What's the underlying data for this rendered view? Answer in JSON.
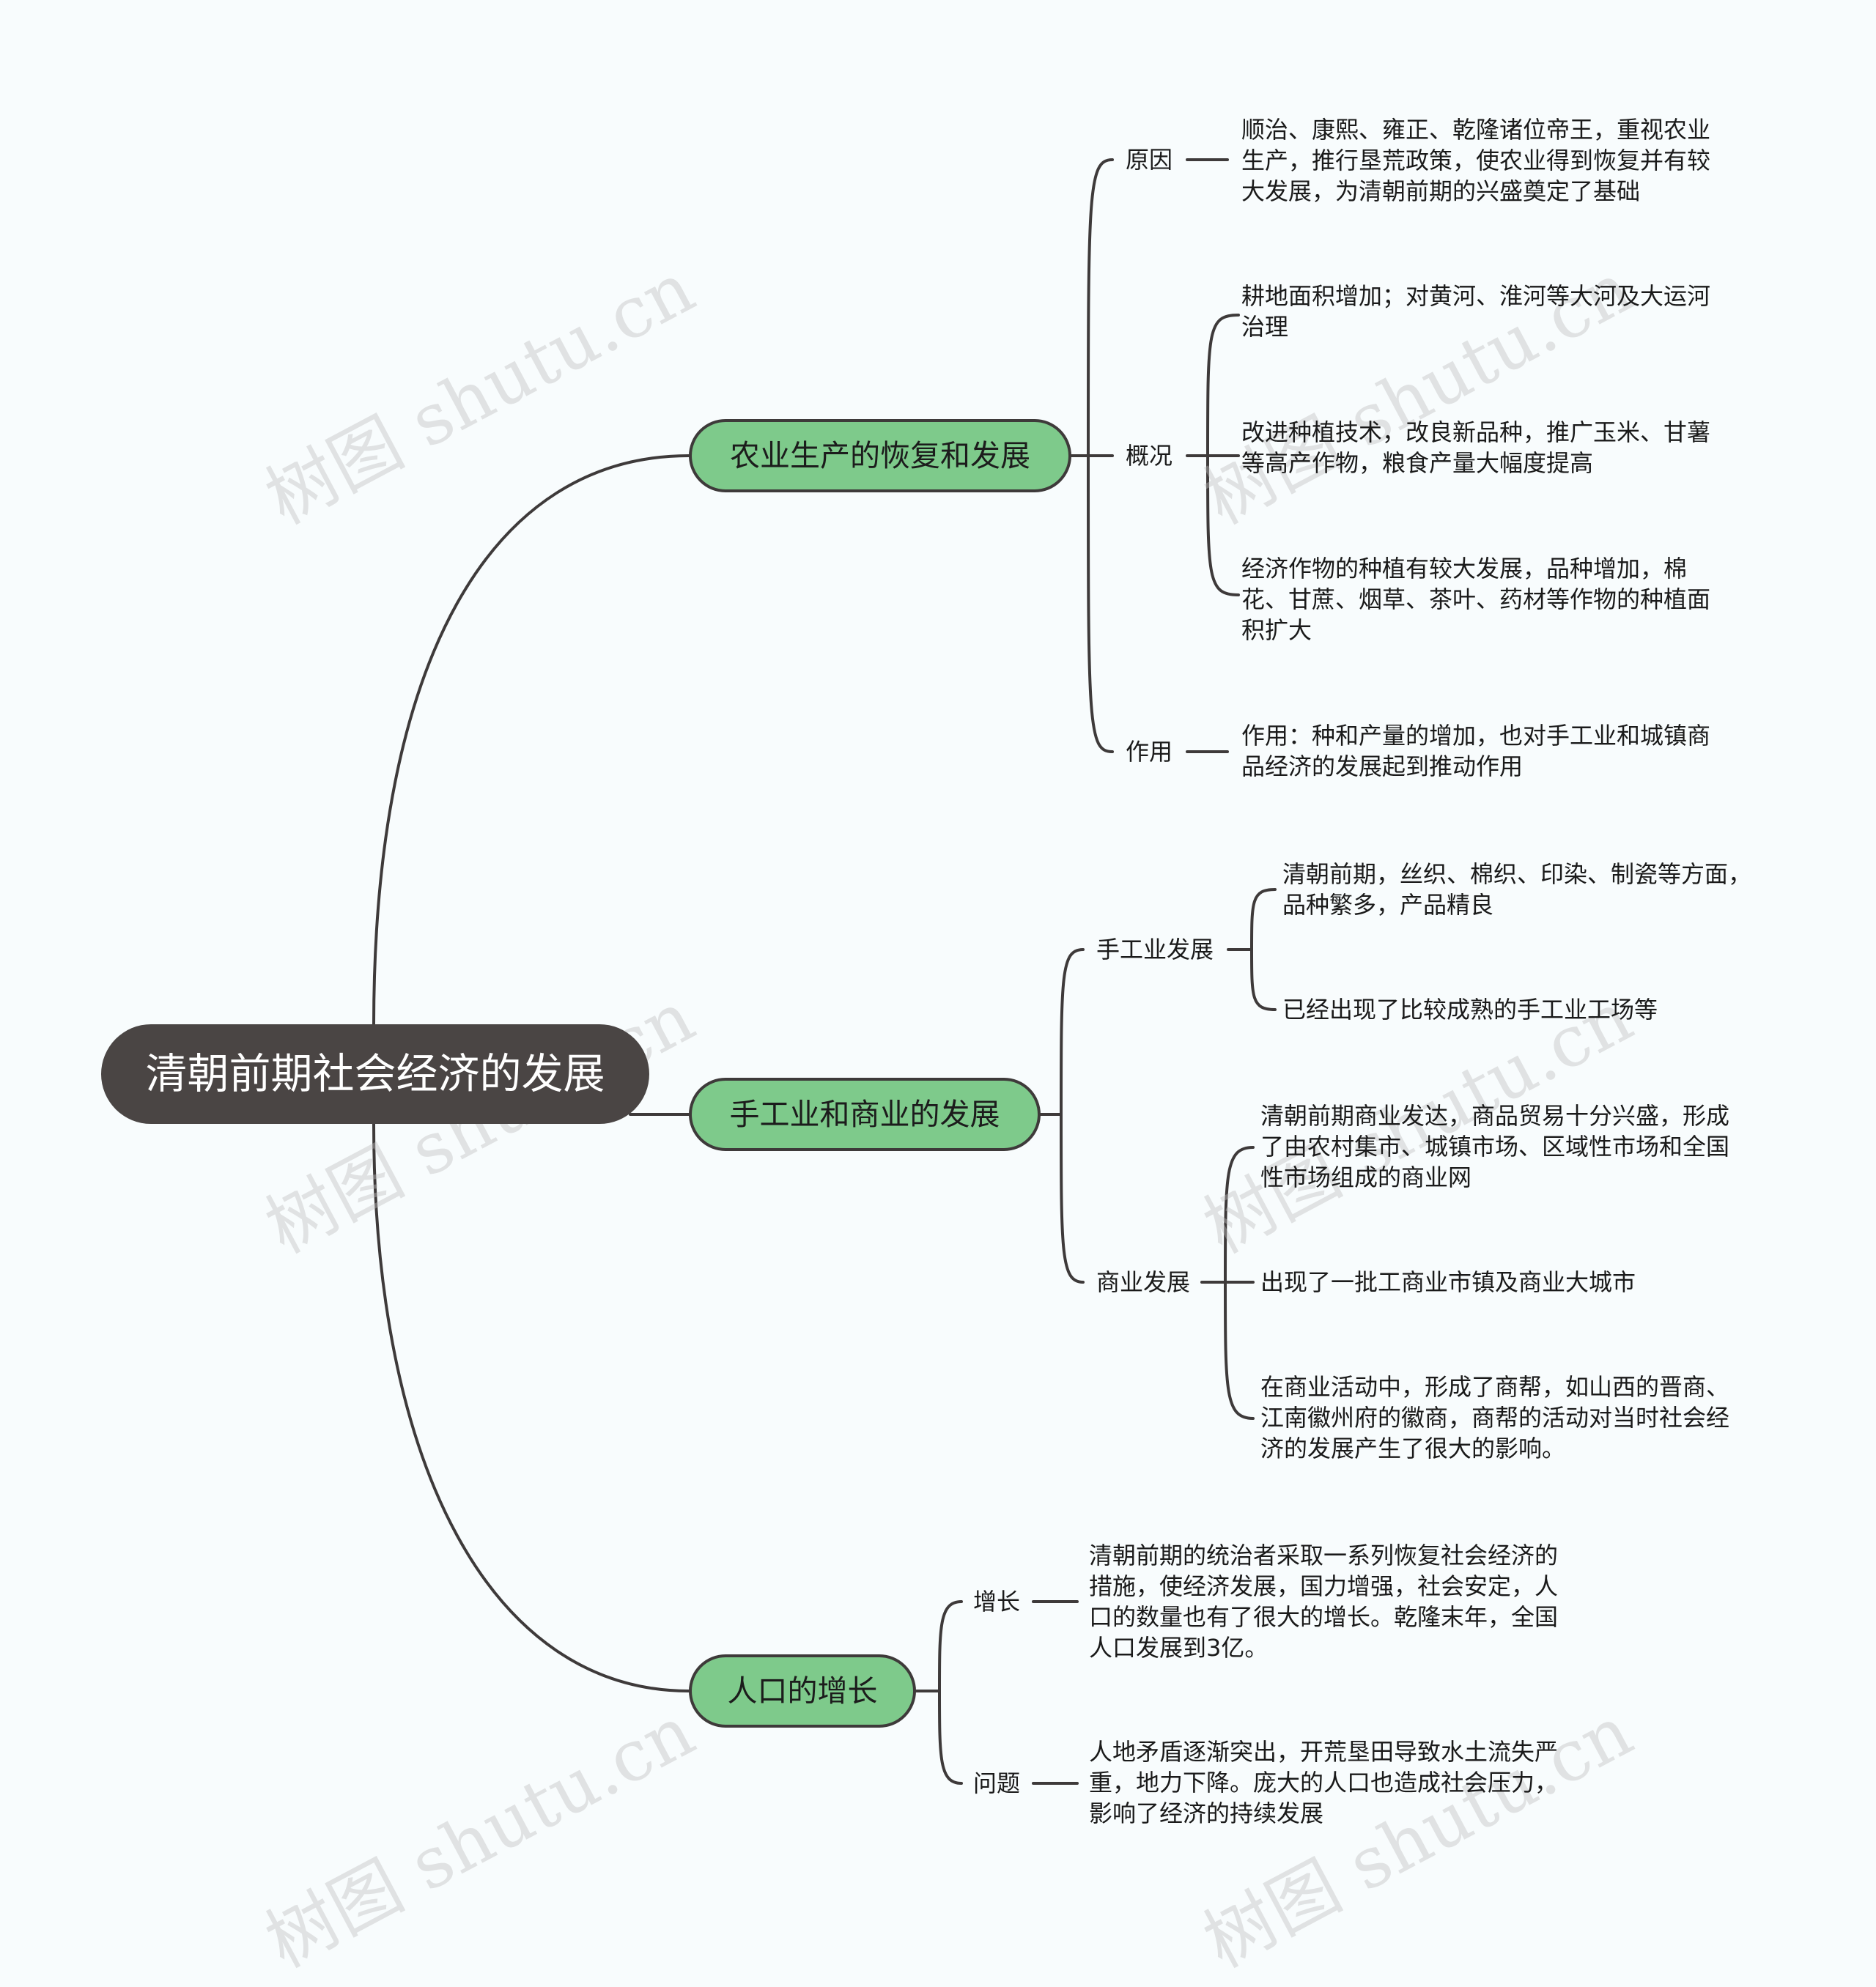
{
  "root": {
    "title": "清朝前期社会经济的发展"
  },
  "branches": [
    {
      "label": "农业生产的恢复和发展",
      "children": [
        {
          "label": "原因",
          "items": [
            "顺治、康熙、雍正、乾隆诸位帝王，重视农业生产，推行垦荒政策，使农业得到恢复并有较大发展，为清朝前期的兴盛奠定了基础"
          ]
        },
        {
          "label": "概况",
          "items": [
            "耕地面积增加；对黄河、淮河等大河及大运河治理",
            "改进种植技术，改良新品种，推广玉米、甘薯等高产作物，粮食产量大幅度提高",
            "经济作物的种植有较大发展，品种增加，棉花、甘蔗、烟草、茶叶、药材等作物的种植面积扩大"
          ]
        },
        {
          "label": "作用",
          "items": [
            "作用：种和产量的增加，也对手工业和城镇商品经济的发展起到推动作用"
          ]
        }
      ]
    },
    {
      "label": "手工业和商业的发展",
      "children": [
        {
          "label": "手工业发展",
          "items": [
            "清朝前期，丝织、棉织、印染、制瓷等方面，品种繁多，产品精良",
            "已经出现了比较成熟的手工业工场等"
          ]
        },
        {
          "label": "商业发展",
          "items": [
            "清朝前期商业发达，商品贸易十分兴盛，形成了由农村集市、城镇市场、区域性市场和全国性市场组成的商业网",
            "出现了一批工商业市镇及商业大城市",
            "在商业活动中，形成了商帮，如山西的晋商、江南徽州府的徽商，商帮的活动对当时社会经济的发展产生了很大的影响。"
          ]
        }
      ]
    },
    {
      "label": "人口的增长",
      "children": [
        {
          "label": "增长",
          "items": [
            "清朝前期的统治者采取一系列恢复社会经济的措施，使经济发展，国力增强，社会安定，人口的数量也有了很大的增长。乾隆末年，全国人口发展到3亿。"
          ]
        },
        {
          "label": "问题",
          "items": [
            "人地矛盾逐渐突出，开荒垦田导致水土流失严重，地力下降。庞大的人口也造成社会压力，影响了经济的持续发展"
          ]
        }
      ]
    }
  ],
  "watermark": "树图 shutu.cn",
  "colors": {
    "root_bg": "#4A4544",
    "main_bg": "#7ECA8B",
    "line": "#3E3A3A",
    "page_bg": "#F8FCFD"
  }
}
